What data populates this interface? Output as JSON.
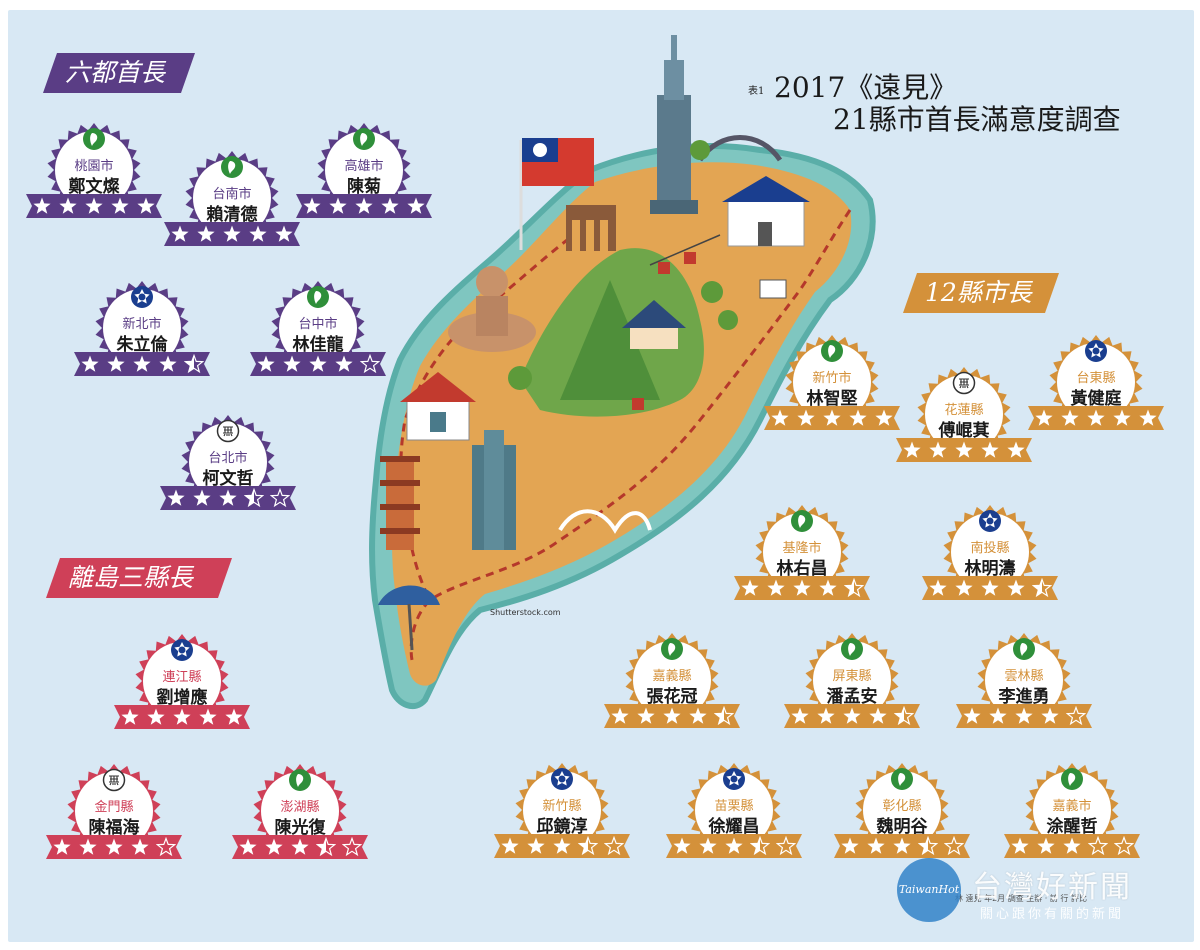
{
  "title": {
    "prefix": "表1",
    "line1": "2017《遠見》",
    "line2": "21縣市首長滿意度調查"
  },
  "banners": {
    "six": "六都首長",
    "island": "離島三縣長",
    "county": "12縣市長"
  },
  "watermarks": {
    "credit": "Shutterstock.com",
    "brand": "台灣好新聞",
    "slogan": "關心跟你有關的新聞",
    "logo": "TaiwanHot",
    "footnote": "林 遠見 年2月 調查 主辦 · 訪 行 評比"
  },
  "colors": {
    "six": "#5a3d85",
    "island": "#cf4058",
    "county": "#d4913a",
    "seal": "#ffffff",
    "kmt": "#1a3e8f",
    "dpp": "#2f8f3a",
    "none": "#333333"
  },
  "badges": [
    {
      "group": "six",
      "city": "桃園市",
      "name": "鄭文燦",
      "party": "dpp",
      "rating": 5
    },
    {
      "group": "six",
      "city": "台南市",
      "name": "賴清德",
      "party": "dpp",
      "rating": 5
    },
    {
      "group": "six",
      "city": "高雄市",
      "name": "陳菊",
      "party": "dpp",
      "rating": 5
    },
    {
      "group": "six",
      "city": "新北市",
      "name": "朱立倫",
      "party": "kmt",
      "rating": 4.5
    },
    {
      "group": "six",
      "city": "台中市",
      "name": "林佳龍",
      "party": "dpp",
      "rating": 4
    },
    {
      "group": "six",
      "city": "台北市",
      "name": "柯文哲",
      "party": "none",
      "rating": 3.5
    },
    {
      "group": "island",
      "city": "連江縣",
      "name": "劉增應",
      "party": "kmt",
      "rating": 5
    },
    {
      "group": "island",
      "city": "金門縣",
      "name": "陳福海",
      "party": "none",
      "rating": 4
    },
    {
      "group": "island",
      "city": "澎湖縣",
      "name": "陳光復",
      "party": "dpp",
      "rating": 3.5
    },
    {
      "group": "county",
      "city": "新竹市",
      "name": "林智堅",
      "party": "dpp",
      "rating": 5
    },
    {
      "group": "county",
      "city": "花蓮縣",
      "name": "傅崐萁",
      "party": "none",
      "rating": 5
    },
    {
      "group": "county",
      "city": "台東縣",
      "name": "黃健庭",
      "party": "kmt",
      "rating": 5
    },
    {
      "group": "county",
      "city": "基隆市",
      "name": "林右昌",
      "party": "dpp",
      "rating": 4.5
    },
    {
      "group": "county",
      "city": "南投縣",
      "name": "林明濤",
      "party": "kmt",
      "rating": 4.5
    },
    {
      "group": "county",
      "city": "嘉義縣",
      "name": "張花冠",
      "party": "dpp",
      "rating": 4.5
    },
    {
      "group": "county",
      "city": "屏東縣",
      "name": "潘孟安",
      "party": "dpp",
      "rating": 4.5
    },
    {
      "group": "county",
      "city": "雲林縣",
      "name": "李進勇",
      "party": "dpp",
      "rating": 4
    },
    {
      "group": "county",
      "city": "新竹縣",
      "name": "邱鏡淳",
      "party": "kmt",
      "rating": 3.5
    },
    {
      "group": "county",
      "city": "苗栗縣",
      "name": "徐耀昌",
      "party": "kmt",
      "rating": 3.5
    },
    {
      "group": "county",
      "city": "彰化縣",
      "name": "魏明谷",
      "party": "dpp",
      "rating": 3.5
    },
    {
      "group": "county",
      "city": "嘉義市",
      "name": "涂醒哲",
      "party": "dpp",
      "rating": 3
    }
  ]
}
